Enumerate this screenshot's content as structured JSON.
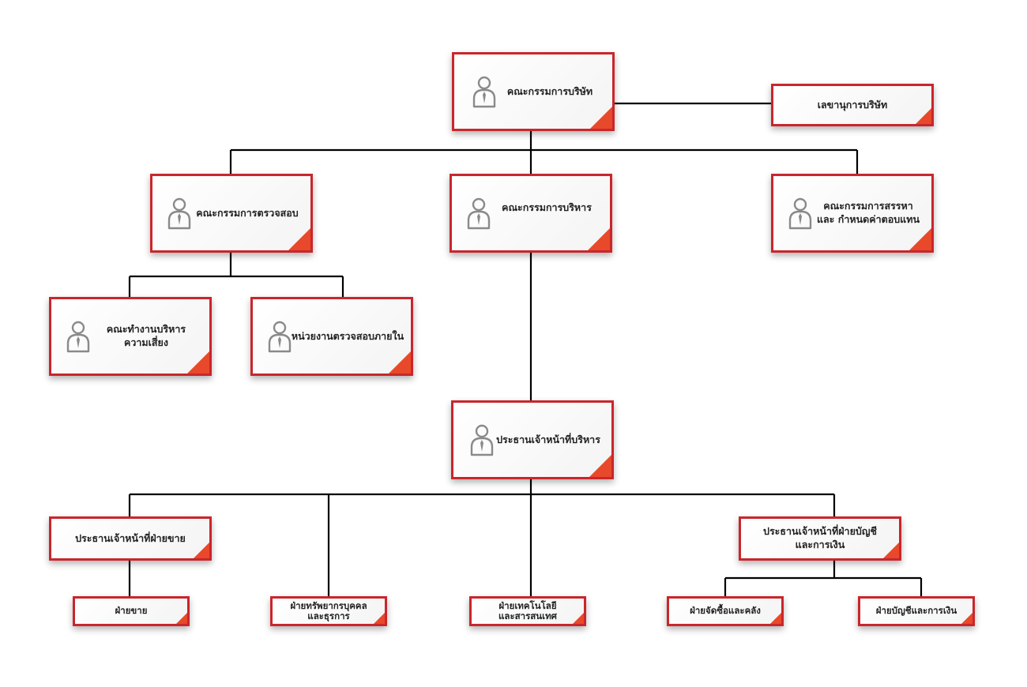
{
  "nodes": {
    "board": "คณะกรรมการบริษัท",
    "secretary": "เลขานุการบริษัท",
    "audit": "คณะกรรมการตรวจสอบ",
    "executive": "คณะกรรมการบริหาร",
    "nomination": "คณะกรรมการสรรหา\nและ กำหนดค่าตอบแทน",
    "risk": "คณะทำงานบริหาร\nความเสี่ยง",
    "internal_audit": "หน่วยงานตรวจสอบภายใน",
    "ceo": "ประธานเจ้าหน้าที่บริหาร",
    "cso": "ประธานเจ้าหน้าที่ฝ่ายขาย",
    "cfo": "ประธานเจ้าหน้าที่ฝ่ายบัญชี\nและการเงิน",
    "sales": "ฝ่ายขาย",
    "hr": "ฝ่ายทรัพยากรบุคคล\nและธุรการ",
    "it": "ฝ่ายเทคโนโลยี\nและสารสนเทศ",
    "procurement": "ฝ่ายจัดซื้อและคลัง",
    "finance": "ฝ่ายบัญชีและการเงิน"
  },
  "colors": {
    "border": "#c9262c",
    "accent": "#e8492a",
    "connector": "#000000",
    "icon": "#8a8a8a"
  }
}
